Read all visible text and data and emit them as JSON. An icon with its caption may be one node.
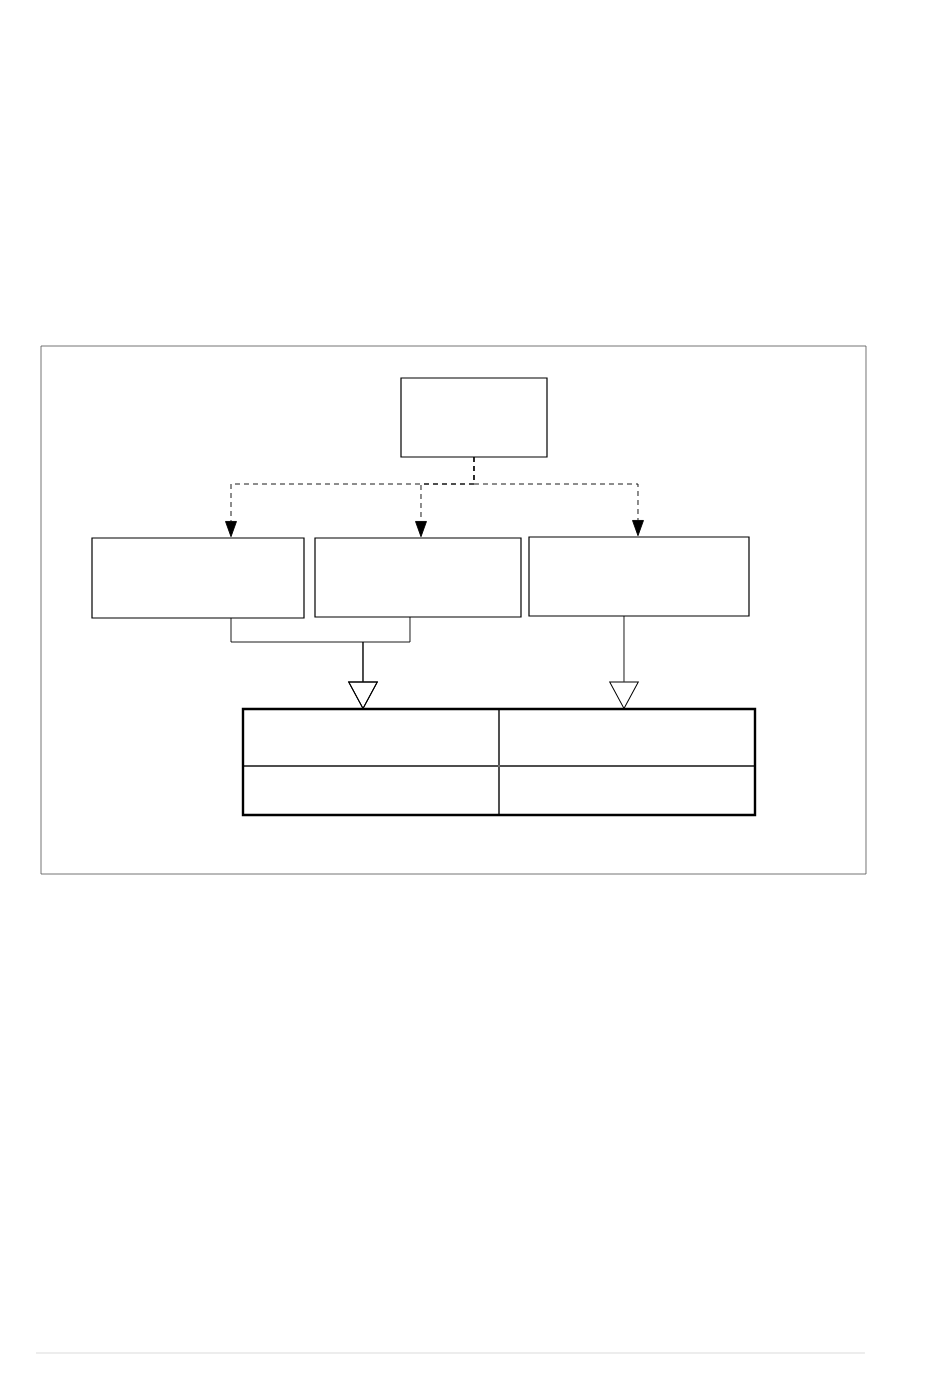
{
  "diagram": {
    "nodes": [
      {
        "text": [],
        "shape": "box"
      },
      {
        "text": [],
        "shape": "box"
      },
      {
        "text": [],
        "shape": "box"
      },
      {
        "text": [],
        "shape": "box"
      },
      {
        "text": [],
        "shape": "box"
      },
      {
        "text": [],
        "shape": "box",
        "in": 4
      },
      {
        "text": [],
        "shape": "box",
        "in": 4
      },
      {
        "text": [],
        "shape": "box",
        "in": 4
      },
      {
        "text": [],
        "shape": "box",
        "in": 4
      }
    ],
    "edges": [
      {
        "from": 0,
        "to": 1,
        "arrow": "to",
        "style": "dashed"
      },
      {
        "from": 0,
        "to": 2,
        "arrow": "to",
        "style": "dashed"
      },
      {
        "from": 0,
        "to": 3,
        "arrow": "to",
        "style": "dashed"
      },
      {
        "from": 1,
        "to": 5,
        "arrow": "to"
      },
      {
        "from": 2,
        "to": 5,
        "arrow": "to"
      },
      {
        "from": 3,
        "to": 6,
        "arrow": "to"
      }
    ]
  }
}
